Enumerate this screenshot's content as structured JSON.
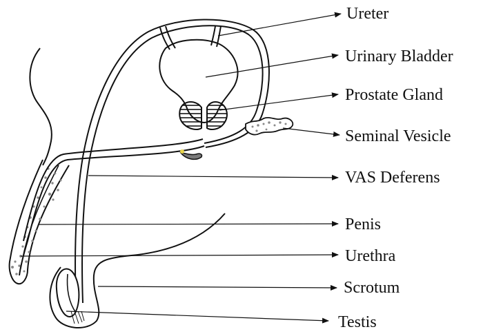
{
  "labels": {
    "ureter": "Ureter",
    "urinary_bladder": "Urinary Bladder",
    "prostate_gland": "Prostate Gland",
    "seminal_vesicle": "Seminal Vesicle",
    "vas_deferens": "VAS Deferens",
    "penis": "Penis",
    "urethra": "Urethra",
    "scrotum": "Scrotum",
    "testis": "Testis"
  },
  "colors": {
    "ink": "#111111",
    "stipple": "#8a8a8a",
    "hatch_fill": "#ffffff",
    "ejaculatory_duct": "#7a7a7a",
    "highlight": "#e8d44a"
  }
}
